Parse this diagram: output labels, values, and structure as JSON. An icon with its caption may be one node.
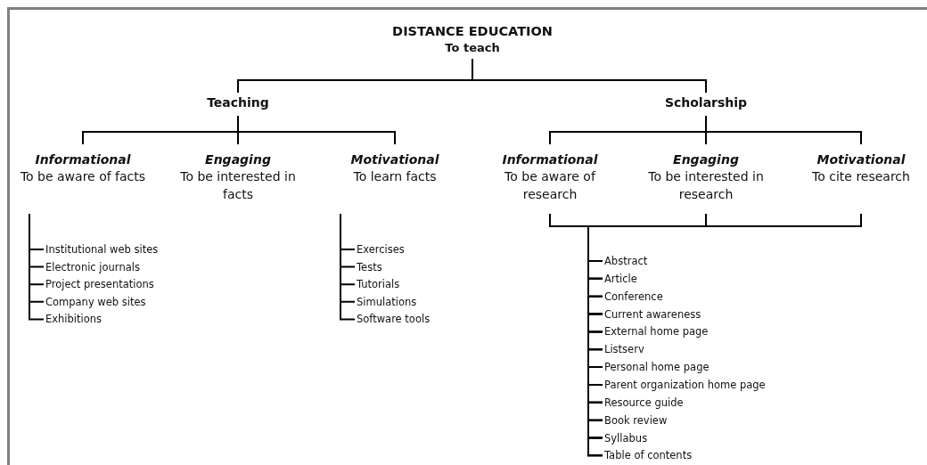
{
  "diagram": {
    "nodes": [
      {
        "text": [
          "DISTANCE EDUCATION",
          "To teach"
        ]
      },
      {
        "text": [
          "Teaching"
        ]
      },
      {
        "text": [
          "Scholarship"
        ]
      },
      {
        "text": [
          "Informational",
          "To be aware of facts"
        ]
      },
      {
        "text": [
          "Engaging",
          "To be interested in facts"
        ]
      },
      {
        "text": [
          "Motivational",
          "To learn facts"
        ]
      },
      {
        "text": [
          "Informational",
          "To be aware of research"
        ]
      },
      {
        "text": [
          "Engaging",
          "To be interested in research"
        ]
      },
      {
        "text": [
          "Motivational",
          "To cite research"
        ]
      },
      {
        "text": [
          "Institutional web sites"
        ]
      },
      {
        "text": [
          "Electronic journals"
        ]
      },
      {
        "text": [
          "Project presentations"
        ]
      },
      {
        "text": [
          "Company web sites"
        ]
      },
      {
        "text": [
          "Exhibitions"
        ]
      },
      {
        "text": [
          "Exercises"
        ]
      },
      {
        "text": [
          "Tests"
        ]
      },
      {
        "text": [
          "Tutorials"
        ]
      },
      {
        "text": [
          "Simulations"
        ]
      },
      {
        "text": [
          "Software tools"
        ]
      },
      {
        "text": [
          "Abstract"
        ]
      },
      {
        "text": [
          "Article"
        ]
      },
      {
        "text": [
          "Conference"
        ]
      },
      {
        "text": [
          "Current awareness"
        ]
      },
      {
        "text": [
          "External home page"
        ]
      },
      {
        "text": [
          "Listserv"
        ]
      },
      {
        "text": [
          "Personal home page"
        ]
      },
      {
        "text": [
          "Parent organization home page"
        ]
      },
      {
        "text": [
          "Resource guide"
        ]
      },
      {
        "text": [
          "Book review"
        ]
      },
      {
        "text": [
          "Syllabus"
        ]
      },
      {
        "text": [
          "Table of contents"
        ]
      }
    ],
    "edges": [
      {
        "from": 0,
        "to": 1,
        "arrow": "none"
      },
      {
        "from": 0,
        "to": 2,
        "arrow": "none"
      },
      {
        "from": 1,
        "to": 3,
        "arrow": "none"
      },
      {
        "from": 1,
        "to": 4,
        "arrow": "none"
      },
      {
        "from": 1,
        "to": 5,
        "arrow": "none"
      },
      {
        "from": 2,
        "to": 6,
        "arrow": "none"
      },
      {
        "from": 2,
        "to": 7,
        "arrow": "none"
      },
      {
        "from": 2,
        "to": 8,
        "arrow": "none"
      },
      {
        "from": 3,
        "to": 9,
        "arrow": "none"
      },
      {
        "from": 3,
        "to": 10,
        "arrow": "none"
      },
      {
        "from": 3,
        "to": 11,
        "arrow": "none"
      },
      {
        "from": 3,
        "to": 12,
        "arrow": "none"
      },
      {
        "from": 3,
        "to": 13,
        "arrow": "none"
      },
      {
        "from": 5,
        "to": 14,
        "arrow": "none"
      },
      {
        "from": 5,
        "to": 15,
        "arrow": "none"
      },
      {
        "from": 5,
        "to": 16,
        "arrow": "none"
      },
      {
        "from": 5,
        "to": 17,
        "arrow": "none"
      },
      {
        "from": 5,
        "to": 18,
        "arrow": "none"
      },
      {
        "from": 6,
        "to": 19,
        "arrow": "none"
      },
      {
        "from": 6,
        "to": 20,
        "arrow": "none"
      },
      {
        "from": 6,
        "to": 21,
        "arrow": "none"
      },
      {
        "from": 6,
        "to": 22,
        "arrow": "none"
      },
      {
        "from": 6,
        "to": 23,
        "arrow": "none"
      },
      {
        "from": 6,
        "to": 24,
        "arrow": "none"
      },
      {
        "from": 6,
        "to": 25,
        "arrow": "none"
      },
      {
        "from": 6,
        "to": 26,
        "arrow": "none"
      },
      {
        "from": 6,
        "to": 27,
        "arrow": "none"
      },
      {
        "from": 6,
        "to": 28,
        "arrow": "none"
      },
      {
        "from": 6,
        "to": 29,
        "arrow": "none"
      },
      {
        "from": 6,
        "to": 30,
        "arrow": "none"
      },
      {
        "from": 7,
        "to": 19,
        "arrow": "none"
      },
      {
        "from": 7,
        "to": 20,
        "arrow": "none"
      },
      {
        "from": 7,
        "to": 21,
        "arrow": "none"
      },
      {
        "from": 7,
        "to": 22,
        "arrow": "none"
      },
      {
        "from": 7,
        "to": 23,
        "arrow": "none"
      },
      {
        "from": 7,
        "to": 24,
        "arrow": "none"
      },
      {
        "from": 7,
        "to": 25,
        "arrow": "none"
      },
      {
        "from": 7,
        "to": 26,
        "arrow": "none"
      },
      {
        "from": 7,
        "to": 27,
        "arrow": "none"
      },
      {
        "from": 7,
        "to": 28,
        "arrow": "none"
      },
      {
        "from": 7,
        "to": 29,
        "arrow": "none"
      },
      {
        "from": 7,
        "to": 30,
        "arrow": "none"
      },
      {
        "from": 8,
        "to": 19,
        "arrow": "none"
      },
      {
        "from": 8,
        "to": 20,
        "arrow": "none"
      },
      {
        "from": 8,
        "to": 21,
        "arrow": "none"
      },
      {
        "from": 8,
        "to": 22,
        "arrow": "none"
      },
      {
        "from": 8,
        "to": 23,
        "arrow": "none"
      },
      {
        "from": 8,
        "to": 24,
        "arrow": "none"
      },
      {
        "from": 8,
        "to": 25,
        "arrow": "none"
      },
      {
        "from": 8,
        "to": 26,
        "arrow": "none"
      },
      {
        "from": 8,
        "to": 27,
        "arrow": "none"
      },
      {
        "from": 8,
        "to": 28,
        "arrow": "none"
      },
      {
        "from": 8,
        "to": 29,
        "arrow": "none"
      },
      {
        "from": 8,
        "to": 30,
        "arrow": "none"
      }
    ]
  }
}
